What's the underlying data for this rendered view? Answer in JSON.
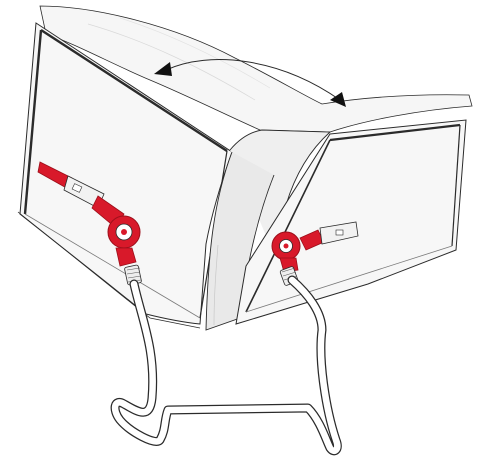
{
  "illustration": {
    "subject": "desk-reference-display-stand",
    "colors": {
      "background": "#ffffff",
      "outline": "#2b2b2b",
      "panel_fill": "#f6f6f6",
      "panel_shadow": "#e9e9e9",
      "mount_red": "#d8192a",
      "mount_red_dark": "#9c0f1a",
      "clip_fill": "#f2f2f2",
      "stand_fill": "#ffffff"
    },
    "icons": {
      "arrow": "double-headed-curved-arrow",
      "left_mount": "swivel-mount-left",
      "right_mount": "swivel-mount-right"
    }
  }
}
